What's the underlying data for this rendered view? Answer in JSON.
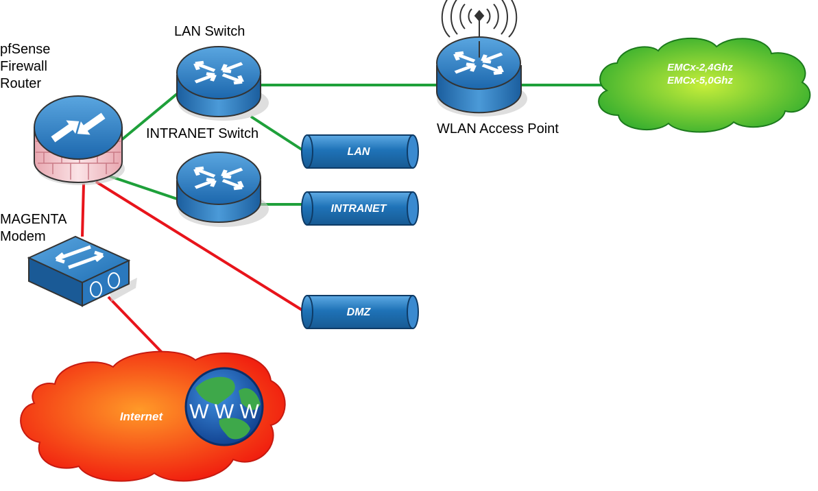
{
  "labels": {
    "firewall": [
      "pfSense",
      "Firewall",
      "Router"
    ],
    "lan_switch": "LAN Switch",
    "intranet_switch": "INTRANET Switch",
    "wlan_ap": "WLAN Access Point",
    "modem": [
      "MAGENTA",
      "Modem"
    ]
  },
  "networks": {
    "lan": "LAN",
    "intranet": "INTRANET",
    "dmz": "DMZ"
  },
  "wifi_cloud": {
    "line1": "EMCx-2,4Ghz",
    "line2": "EMCx-5,0Ghz"
  },
  "internet_cloud": {
    "label": "Internet",
    "globe_text": "W W W"
  },
  "colors": {
    "internal_link": "#1ea03a",
    "external_link": "#e8141b",
    "device_blue": "#1f6fb4",
    "wifi_cloud": "#5cc93a",
    "internet_cloud": "#ff4a14",
    "pipe_blue": "#1f73b8"
  },
  "icons": {
    "router": "router-icon",
    "firewall": "firewall-brick-icon",
    "modem": "modem-icon",
    "globe": "globe-icon",
    "antenna": "antenna-signal-icon"
  }
}
